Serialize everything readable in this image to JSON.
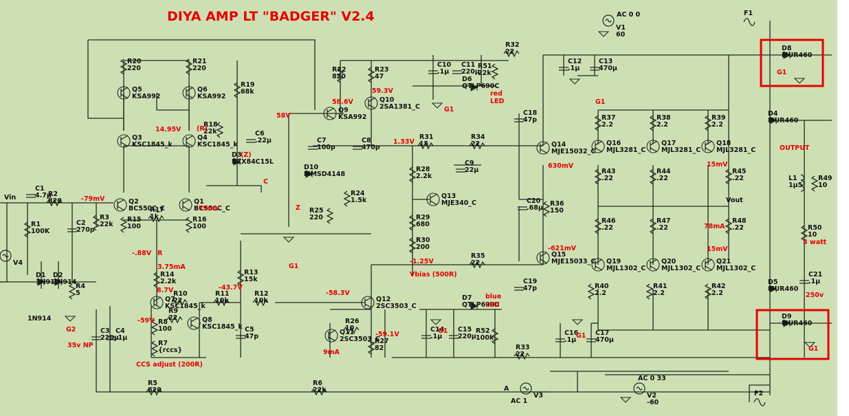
{
  "title": "DIYA AMP LT \"BADGER\" V2.4",
  "colors": {
    "background": "#cfdfb4",
    "wire": "#1e2a1e",
    "annotation": "#e60000",
    "highlight_box": "#e60000"
  },
  "components": [
    {
      "id": "r20",
      "ref": "R20",
      "value": "220",
      "kind": "resistor"
    },
    {
      "id": "r21",
      "ref": "R21",
      "value": "220",
      "kind": "resistor"
    },
    {
      "id": "q5",
      "ref": "Q5",
      "value": "KSA992",
      "kind": "transistor"
    },
    {
      "id": "q6",
      "ref": "Q6",
      "value": "KSA992",
      "kind": "transistor"
    },
    {
      "id": "r19",
      "ref": "R19",
      "value": "68k",
      "kind": "resistor"
    },
    {
      "id": "r22",
      "ref": "R22",
      "value": "820",
      "kind": "resistor"
    },
    {
      "id": "r23",
      "ref": "R23",
      "value": "47",
      "kind": "resistor"
    },
    {
      "id": "q10",
      "ref": "Q10",
      "value": "2SA1381_C",
      "kind": "transistor"
    },
    {
      "id": "c10",
      "ref": "C10",
      "value": ".1µ",
      "kind": "capacitor"
    },
    {
      "id": "c11",
      "ref": "C11",
      "value": "220µ",
      "kind": "capacitor"
    },
    {
      "id": "r51",
      "ref": "R51",
      "value": "22k",
      "kind": "resistor"
    },
    {
      "id": "d6",
      "ref": "D6",
      "value": "QTLP690C",
      "kind": "led"
    },
    {
      "id": "r32",
      "ref": "R32",
      "value": "22",
      "kind": "resistor"
    },
    {
      "id": "c12",
      "ref": "C12",
      "value": ".1µ",
      "kind": "capacitor"
    },
    {
      "id": "c13",
      "ref": "C13",
      "value": "470µ",
      "kind": "capacitor"
    },
    {
      "id": "q3",
      "ref": "Q3",
      "value": "KSC1845_k",
      "kind": "transistor"
    },
    {
      "id": "q4",
      "ref": "Q4",
      "value": "KSC1845_k",
      "kind": "transistor"
    },
    {
      "id": "r18",
      "ref": "R18",
      "value": "22k",
      "kind": "resistor"
    },
    {
      "id": "c6",
      "ref": "C6",
      "value": ".22µ",
      "kind": "capacitor"
    },
    {
      "id": "d3",
      "ref": "D3",
      "value": "BZX84C15L",
      "kind": "zener"
    },
    {
      "id": "q9",
      "ref": "Q9",
      "value": "KSA992",
      "kind": "transistor"
    },
    {
      "id": "c7",
      "ref": "C7",
      "value": "100p",
      "kind": "capacitor"
    },
    {
      "id": "c8",
      "ref": "C8",
      "value": "470p",
      "kind": "capacitor"
    },
    {
      "id": "d10",
      "ref": "D10",
      "value": "MMSD4148",
      "kind": "diode"
    },
    {
      "id": "r31",
      "ref": "R31",
      "value": "15",
      "kind": "resistor"
    },
    {
      "id": "r34",
      "ref": "R34",
      "value": "22",
      "kind": "resistor"
    },
    {
      "id": "c18",
      "ref": "C18",
      "value": "47p",
      "kind": "capacitor"
    },
    {
      "id": "q14",
      "ref": "Q14",
      "value": "MJE15032_C",
      "kind": "transistor"
    },
    {
      "id": "r28",
      "ref": "R28",
      "value": "2.2k",
      "kind": "resistor"
    },
    {
      "id": "c9",
      "ref": "C9",
      "value": "22µ",
      "kind": "capacitor"
    },
    {
      "id": "q13",
      "ref": "Q13",
      "value": "MJE340_C",
      "kind": "transistor"
    },
    {
      "id": "r29",
      "ref": "R29",
      "value": "680",
      "kind": "resistor"
    },
    {
      "id": "r30",
      "ref": "R30",
      "value": "200",
      "kind": "resistor"
    },
    {
      "id": "r24",
      "ref": "R24",
      "value": "1.5k",
      "kind": "resistor"
    },
    {
      "id": "r25",
      "ref": "R25",
      "value": "220",
      "kind": "resistor"
    },
    {
      "id": "c20",
      "ref": "C20",
      "value": ".68µ",
      "kind": "capacitor"
    },
    {
      "id": "r36",
      "ref": "R36",
      "value": "150",
      "kind": "resistor"
    },
    {
      "id": "q15",
      "ref": "Q15",
      "value": "MJE15033_C",
      "kind": "transistor"
    },
    {
      "id": "r35",
      "ref": "R35",
      "value": "22",
      "kind": "resistor"
    },
    {
      "id": "c19",
      "ref": "C19",
      "value": "47p",
      "kind": "capacitor"
    },
    {
      "id": "r37",
      "ref": "R37",
      "value": "2.2",
      "kind": "resistor"
    },
    {
      "id": "r38",
      "ref": "R38",
      "value": "2.2",
      "kind": "resistor"
    },
    {
      "id": "r39",
      "ref": "R39",
      "value": "2.2",
      "kind": "resistor"
    },
    {
      "id": "q16",
      "ref": "Q16",
      "value": "MJL3281_C",
      "kind": "transistor"
    },
    {
      "id": "q17",
      "ref": "Q17",
      "value": "MJL3281_C",
      "kind": "transistor"
    },
    {
      "id": "q18",
      "ref": "Q18",
      "value": "MJL3281_C",
      "kind": "transistor"
    },
    {
      "id": "r43",
      "ref": "R43",
      "value": ".22",
      "kind": "resistor"
    },
    {
      "id": "r44",
      "ref": "R44",
      "value": ".22",
      "kind": "resistor"
    },
    {
      "id": "r45",
      "ref": "R45",
      "value": ".22",
      "kind": "resistor"
    },
    {
      "id": "r46",
      "ref": "R46",
      "value": ".22",
      "kind": "resistor"
    },
    {
      "id": "r47",
      "ref": "R47",
      "value": ".22",
      "kind": "resistor"
    },
    {
      "id": "r48",
      "ref": "R48",
      "value": ".22",
      "kind": "resistor"
    },
    {
      "id": "q19",
      "ref": "Q19",
      "value": "MJL1302_C",
      "kind": "transistor"
    },
    {
      "id": "q20",
      "ref": "Q20",
      "value": "MJL1302_C",
      "kind": "transistor"
    },
    {
      "id": "q21",
      "ref": "Q21",
      "value": "MJL1302_C",
      "kind": "transistor"
    },
    {
      "id": "r40",
      "ref": "R40",
      "value": "2.2",
      "kind": "resistor"
    },
    {
      "id": "r41",
      "ref": "R41",
      "value": "2.2",
      "kind": "resistor"
    },
    {
      "id": "r42",
      "ref": "R42",
      "value": "2.2",
      "kind": "resistor"
    },
    {
      "id": "l1",
      "ref": "L1",
      "value": "1µ5",
      "kind": "inductor"
    },
    {
      "id": "r49",
      "ref": "R49",
      "value": "10",
      "kind": "resistor"
    },
    {
      "id": "r50",
      "ref": "R50",
      "value": "10",
      "kind": "resistor"
    },
    {
      "id": "c21",
      "ref": "C21",
      "value": ".1µ",
      "kind": "capacitor"
    },
    {
      "id": "d8",
      "ref": "D8",
      "value": "MUR460",
      "kind": "diode"
    },
    {
      "id": "d4",
      "ref": "D4",
      "value": "MUR460",
      "kind": "diode"
    },
    {
      "id": "d5",
      "ref": "D5",
      "value": "MUR460",
      "kind": "diode"
    },
    {
      "id": "d9",
      "ref": "D9",
      "value": "MUR460",
      "kind": "diode"
    },
    {
      "id": "f1",
      "ref": "F1",
      "value": "",
      "kind": "fuse"
    },
    {
      "id": "f2",
      "ref": "F2",
      "value": "",
      "kind": "fuse"
    },
    {
      "id": "v1",
      "ref": "V1",
      "value": "60",
      "kind": "source"
    },
    {
      "id": "v2",
      "ref": "V2",
      "value": "-60",
      "kind": "source"
    },
    {
      "id": "v3",
      "ref": "V3",
      "value": "",
      "kind": "source"
    },
    {
      "id": "v4",
      "ref": "V4",
      "value": "",
      "kind": "source"
    },
    {
      "id": "c1",
      "ref": "C1",
      "value": "4.7µ",
      "kind": "capacitor"
    },
    {
      "id": "r2",
      "ref": "R2",
      "value": "820",
      "kind": "resistor"
    },
    {
      "id": "r1",
      "ref": "R1",
      "value": "100K",
      "kind": "resistor"
    },
    {
      "id": "c2",
      "ref": "C2",
      "value": "270p",
      "kind": "capacitor"
    },
    {
      "id": "r3",
      "ref": "R3",
      "value": "22k",
      "kind": "resistor"
    },
    {
      "id": "q2",
      "ref": "Q2",
      "value": "BC550C_C",
      "kind": "transistor"
    },
    {
      "id": "q1",
      "ref": "Q1",
      "value": "BC550C_C",
      "kind": "transistor"
    },
    {
      "id": "r15",
      "ref": "R15",
      "value": "100",
      "kind": "resistor"
    },
    {
      "id": "r17",
      "ref": "R17",
      "value": "1k",
      "kind": "resistor"
    },
    {
      "id": "r16",
      "ref": "R16",
      "value": "100",
      "kind": "resistor"
    },
    {
      "id": "d1",
      "ref": "D1",
      "value": "1N914",
      "kind": "diode"
    },
    {
      "id": "d2",
      "ref": "D2",
      "value": "1N914",
      "kind": "diode"
    },
    {
      "id": "r4",
      "ref": "R4",
      "value": "5",
      "kind": "resistor"
    },
    {
      "id": "r14",
      "ref": "R14",
      "value": "2.2k",
      "kind": "resistor"
    },
    {
      "id": "q7",
      "ref": "Q7",
      "value": "KSC1845_k",
      "kind": "transistor"
    },
    {
      "id": "r10",
      "ref": "R10",
      "value": "22",
      "kind": "resistor"
    },
    {
      "id": "r11",
      "ref": "R11",
      "value": "10k",
      "kind": "resistor"
    },
    {
      "id": "r12",
      "ref": "R12",
      "value": "10k",
      "kind": "resistor"
    },
    {
      "id": "r13",
      "ref": "R13",
      "value": "15k",
      "kind": "resistor"
    },
    {
      "id": "r9",
      "ref": "R9",
      "value": "22",
      "kind": "resistor"
    },
    {
      "id": "q8",
      "ref": "Q8",
      "value": "KSC1845_k",
      "kind": "transistor"
    },
    {
      "id": "r8",
      "ref": "R8",
      "value": "100",
      "kind": "resistor"
    },
    {
      "id": "r7",
      "ref": "R7",
      "value": "{rccs}",
      "kind": "resistor"
    },
    {
      "id": "c3",
      "ref": "C3",
      "value": "220µ",
      "kind": "capacitor"
    },
    {
      "id": "c4",
      "ref": "C4",
      "value": ".1µ",
      "kind": "capacitor"
    },
    {
      "id": "c5",
      "ref": "C5",
      "value": "47p",
      "kind": "capacitor"
    },
    {
      "id": "q12",
      "ref": "Q12",
      "value": "2SC3503_C",
      "kind": "transistor"
    },
    {
      "id": "q11",
      "ref": "Q11",
      "value": "2SC3503_C",
      "kind": "transistor"
    },
    {
      "id": "r26",
      "ref": "R26",
      "value": "10",
      "kind": "resistor"
    },
    {
      "id": "r27",
      "ref": "R27",
      "value": "82",
      "kind": "resistor"
    },
    {
      "id": "d7",
      "ref": "D7",
      "value": "QTLP690C",
      "kind": "led"
    },
    {
      "id": "c14",
      "ref": "C14",
      "value": ".1µ",
      "kind": "capacitor"
    },
    {
      "id": "c15",
      "ref": "C15",
      "value": "220µ",
      "kind": "capacitor"
    },
    {
      "id": "r52",
      "ref": "R52",
      "value": "100k",
      "kind": "resistor"
    },
    {
      "id": "r33",
      "ref": "R33",
      "value": "22",
      "kind": "resistor"
    },
    {
      "id": "c16",
      "ref": "C16",
      "value": ".1µ",
      "kind": "capacitor"
    },
    {
      "id": "c17",
      "ref": "C17",
      "value": "470µ",
      "kind": "capacitor"
    },
    {
      "id": "r5",
      "ref": "R5",
      "value": "820",
      "kind": "resistor"
    },
    {
      "id": "r6",
      "ref": "R6",
      "value": "22k",
      "kind": "resistor"
    }
  ],
  "annotations": [
    {
      "id": "v58_6",
      "text": "58.6V"
    },
    {
      "id": "v59_3",
      "text": "59.3V"
    },
    {
      "id": "v58",
      "text": "58V"
    },
    {
      "id": "v14_95",
      "text": "14.95V"
    },
    {
      "id": "r_mark",
      "text": "(R)"
    },
    {
      "id": "z_mark",
      "text": "(Z)"
    },
    {
      "id": "v1_33",
      "text": "1.33V"
    },
    {
      "id": "ma630",
      "text": "630mV"
    },
    {
      "id": "v_neg79a",
      "text": "-79mV"
    },
    {
      "id": "v_neg79b",
      "text": "-79mV"
    },
    {
      "id": "z_node",
      "text": "Z"
    },
    {
      "id": "v_neg88",
      "text": "-.88V"
    },
    {
      "id": "r_node",
      "text": "R"
    },
    {
      "id": "ma3_75",
      "text": "3.75mA"
    },
    {
      "id": "ma8_7",
      "text": "8.7V"
    },
    {
      "id": "v_neg43",
      "text": "-43.7V"
    },
    {
      "id": "v_neg58",
      "text": "-58.3V"
    },
    {
      "id": "v_neg59",
      "text": "-59V"
    },
    {
      "id": "v_neg59_1",
      "text": "-59.1V"
    },
    {
      "id": "ma9",
      "text": "9mA"
    },
    {
      "id": "ccs_adj",
      "text": "CCS adjust (200R)"
    },
    {
      "id": "v_neg1_25",
      "text": "-1.25V"
    },
    {
      "id": "vbias",
      "text": "Vbias (500R)"
    },
    {
      "id": "mv_neg621",
      "text": "-621mV"
    },
    {
      "id": "ma78",
      "text": "78mA"
    },
    {
      "id": "mv15a",
      "text": "15mV"
    },
    {
      "id": "mv15b",
      "text": "15mV"
    },
    {
      "id": "g1_a",
      "text": "G1"
    },
    {
      "id": "g1_b",
      "text": "G1"
    },
    {
      "id": "g1_c",
      "text": "G1"
    },
    {
      "id": "g1_d",
      "text": "G1"
    },
    {
      "id": "g1_e",
      "text": "G1"
    },
    {
      "id": "g1_f",
      "text": "G1"
    },
    {
      "id": "g1_g",
      "text": "G1"
    },
    {
      "id": "g2",
      "text": "G2"
    },
    {
      "id": "c_node",
      "text": "C"
    },
    {
      "id": "output",
      "text": "OUTPUT"
    },
    {
      "id": "w3",
      "text": "3 watt"
    },
    {
      "id": "v250",
      "text": "250v"
    },
    {
      "id": "np35",
      "text": "35v NP"
    },
    {
      "id": "red",
      "text": "red"
    },
    {
      "id": "led_a",
      "text": "LED"
    },
    {
      "id": "blue",
      "text": "blue"
    },
    {
      "id": "led_b",
      "text": "LED"
    }
  ],
  "net_labels": [
    {
      "id": "vin",
      "text": "Vin"
    },
    {
      "id": "vout",
      "text": "Vout"
    },
    {
      "id": "a_node",
      "text": "A"
    },
    {
      "id": "ac00",
      "text": "AC 0 0"
    },
    {
      "id": "ac033",
      "text": "AC 0 33"
    },
    {
      "id": "ac1",
      "text": "AC 1"
    },
    {
      "id": "n1n914",
      "text": "1N914"
    }
  ]
}
